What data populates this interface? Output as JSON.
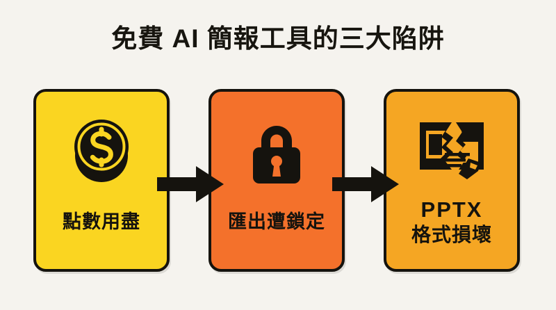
{
  "page": {
    "title": "免費 AI 簡報工具的三大陷阱",
    "background_color": "#f5f3ee",
    "ink_color": "#15130e"
  },
  "cards": [
    {
      "id": "credits-exhausted",
      "label": "點數用盡",
      "label_lines": [
        "點數用盡"
      ],
      "icon": "coin-dollar-icon",
      "background_color": "#fad521",
      "border_color": "#15130e"
    },
    {
      "id": "export-locked",
      "label": "匯出遭鎖定",
      "label_lines": [
        "匯出遭鎖定"
      ],
      "icon": "padlock-icon",
      "background_color": "#f4712b",
      "border_color": "#15130e"
    },
    {
      "id": "pptx-format-broken",
      "label": "PPTX 格式損壞",
      "label_lines": [
        "PPTX",
        "格式損壞"
      ],
      "icon": "broken-slide-icon",
      "background_color": "#f5a623",
      "border_color": "#15130e"
    }
  ],
  "arrows": [
    {
      "id": "arrow-1",
      "icon": "arrow-right-icon",
      "color": "#15130e"
    },
    {
      "id": "arrow-2",
      "icon": "arrow-right-icon",
      "color": "#15130e"
    }
  ]
}
